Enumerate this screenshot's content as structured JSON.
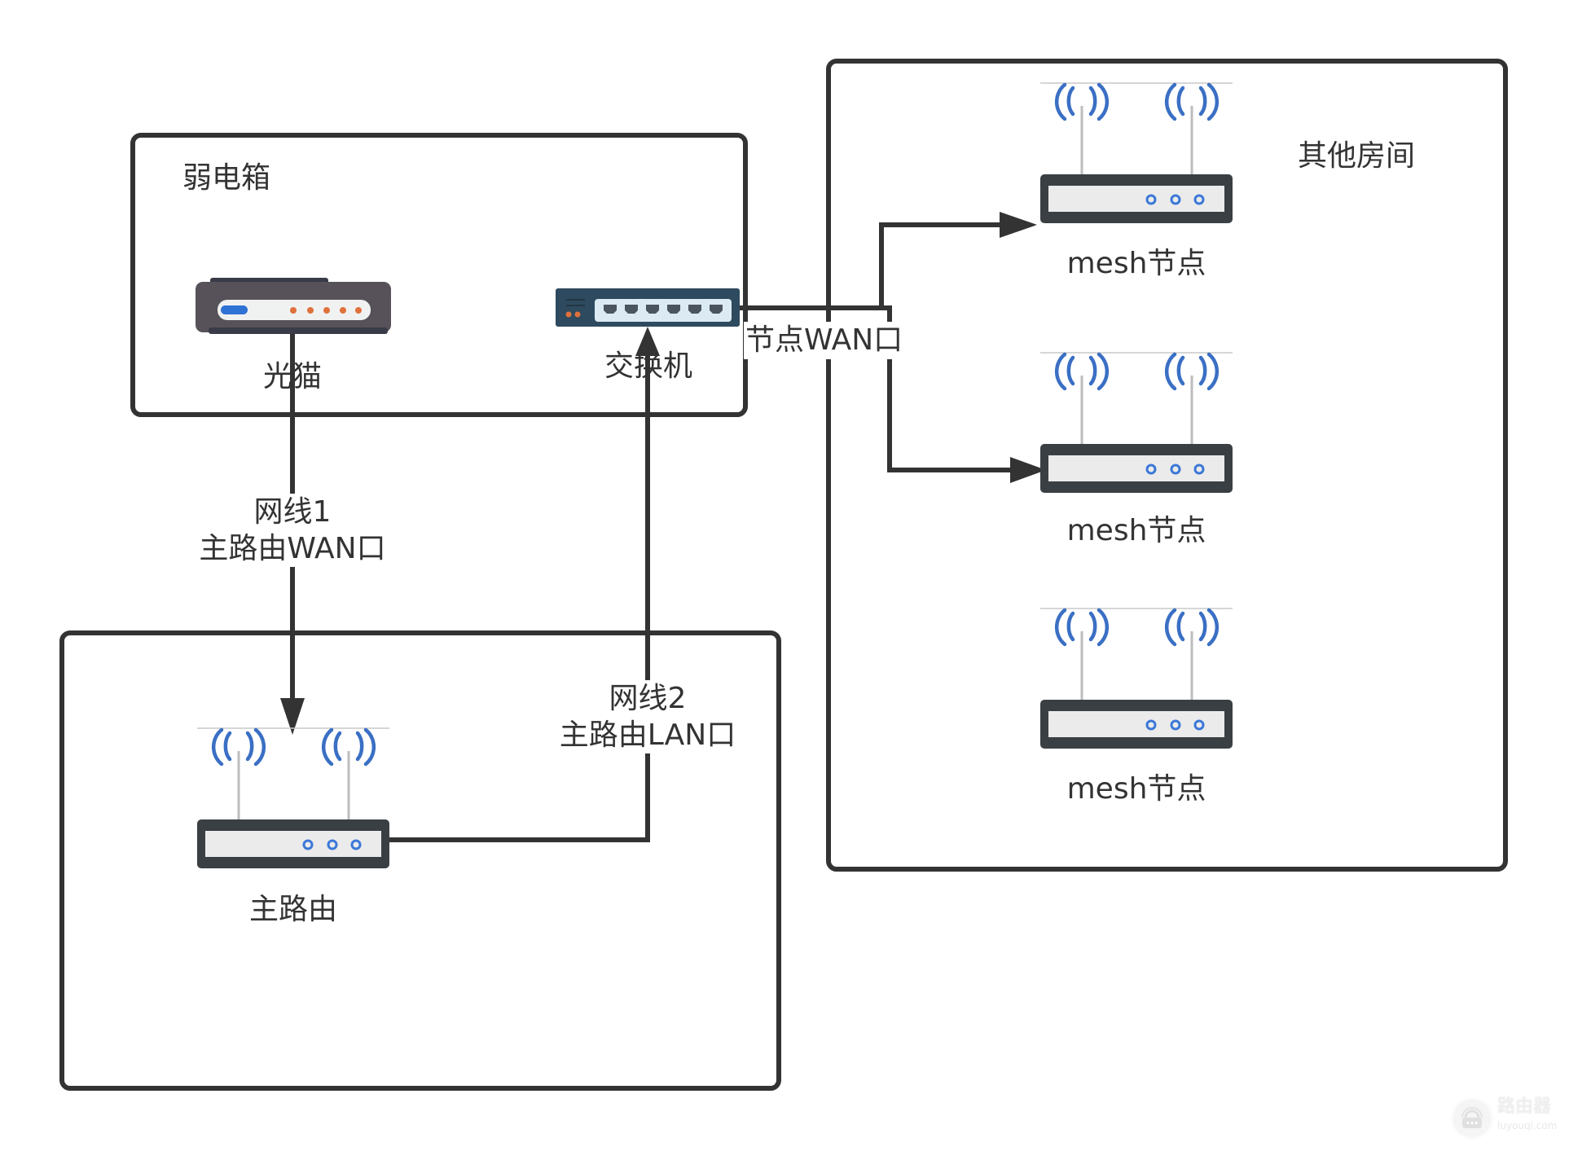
{
  "diagram": {
    "title": "Network topology: modem, switch, main router and mesh nodes",
    "groups": [
      {
        "id": "weak-box",
        "label": "弱电箱"
      },
      {
        "id": "main-room",
        "label": ""
      },
      {
        "id": "other-rooms",
        "label": "其他房间"
      }
    ],
    "devices": {
      "modem": {
        "label": "光猫",
        "type": "optical-modem-icon"
      },
      "switch": {
        "label": "交换机",
        "type": "network-switch-icon"
      },
      "main_router": {
        "label": "主路由",
        "type": "wifi-router-icon"
      },
      "mesh_nodes": [
        {
          "label": "mesh节点",
          "type": "wifi-router-icon"
        },
        {
          "label": "mesh节点",
          "type": "wifi-router-icon"
        },
        {
          "label": "mesh节点",
          "type": "wifi-router-icon"
        }
      ]
    },
    "edges": [
      {
        "from": "光猫",
        "to": "主路由",
        "label_line1": "网线1",
        "label_line2": "主路由WAN口"
      },
      {
        "from": "主路由",
        "to": "交换机",
        "label_line1": "网线2",
        "label_line2": "主路由LAN口"
      },
      {
        "from": "交换机",
        "to": "mesh节点 (1, 2)",
        "label": "节点WAN口"
      }
    ],
    "colors": {
      "stroke": "#333333",
      "modem_body": "#57525a",
      "modem_led_blue": "#2f72d6",
      "modem_led_orange": "#e0703c",
      "switch_body": "#2e4a5e",
      "switch_panel": "#dcebf3",
      "router_body": "#3a3f43",
      "router_panel": "#ebebeb",
      "wifi_blue": "#3a6fc4"
    }
  },
  "watermark": {
    "title": "路由器",
    "subtitle": "luyouqi.com",
    "icon": "router-lock-icon"
  }
}
